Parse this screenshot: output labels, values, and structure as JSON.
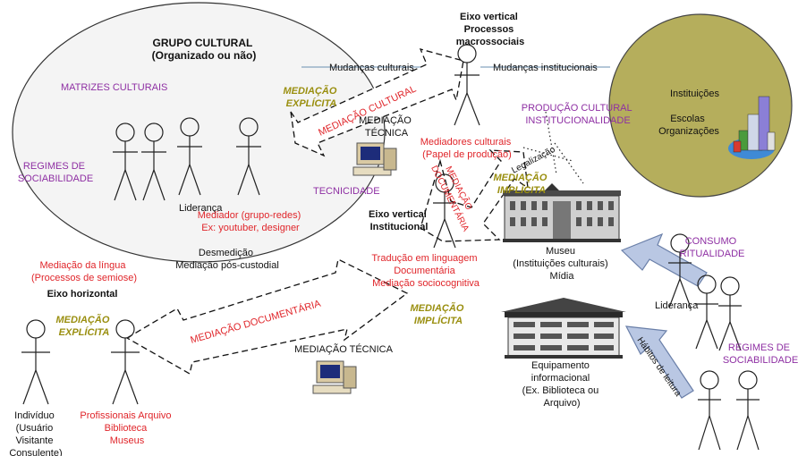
{
  "colors": {
    "red": "#e0252a",
    "purple": "#8e2fa3",
    "olive": "#9a8f10",
    "institution_fill": "#b5ae5c",
    "arrow_blue": "#b9c7e3"
  },
  "labels": {
    "eixo_vertical_title": [
      "Eixo vertical",
      "Processos",
      "macrossociais"
    ],
    "grupo_cultural": [
      "GRUPO CULTURAL",
      "(Organizado ou não)"
    ],
    "matrizes": "MATRIZES CULTURAIS",
    "mediacao_explicita_top": [
      "MEDIAÇÃO",
      "EXPLÍCITA"
    ],
    "mediacao_cultural": "MEDIAÇÃO CULTURAL",
    "mudancas_culturais": "Mudanças culturais",
    "mudancas_institucionais": "Mudanças institucionais",
    "mediacao_tecnica_top": [
      "MEDIAÇÃO",
      "TÉCNICA"
    ],
    "producao": [
      "PRODUÇÃO CULTURAL",
      "INSTITUCIONALIDADE"
    ],
    "instituicoes": "Instituições",
    "escolas": [
      "Escolas",
      "Organizações"
    ],
    "regimes_left": [
      "REGIMES DE",
      "SOCIABILIDADE"
    ],
    "mediadores": [
      "Mediadores culturais",
      "(Papel de produção)"
    ],
    "legalizacao": "Legalização",
    "mediacao_implicita_top": [
      "MEDIAÇÃO",
      "IMPLÍCITA"
    ],
    "mediacao_documentaria_v": [
      "MEDIAÇÃO",
      "DOCUMENTÁRIA"
    ],
    "tecnicidade": "TECNICIDADE",
    "eixo_vertical_inst": [
      "Eixo vertical",
      "Institucional"
    ],
    "lideranca_left": "Liderança",
    "mediador": [
      "Mediador (grupo-redes)",
      "Ex: youtuber, designer"
    ],
    "desmedicao": [
      "Desmedição",
      "Mediação pós-custodial"
    ],
    "mediacao_lingua": [
      "Mediação da língua",
      "(Processos de semiose)"
    ],
    "eixo_horizontal": "Eixo horizontal",
    "traducao": [
      "Tradução em linguagem",
      "Documentária",
      "Mediação sociocognitiva"
    ],
    "museu": [
      "Museu",
      "(Instituições culturais)",
      "Mídia"
    ],
    "consumo": [
      "CONSUMO",
      "RITUALIDADE"
    ],
    "mediacao_explicita_bottom": [
      "MEDIAÇÃO",
      "EXPLÍCITA"
    ],
    "mediacao_documentaria_h": "MEDIAÇÃO DOCUMENTÁRIA",
    "mediacao_implicita_bottom": [
      "MEDIAÇÃO",
      "IMPLÍCITA"
    ],
    "lideranca_right": "Liderança",
    "regimes_right": [
      "REGIMES DE",
      "SOCIABILIDADE"
    ],
    "mediacao_tecnica_bottom": "MEDIAÇÃO TÉCNICA",
    "habitos": "Hábitos de leitura",
    "equipamento": [
      "Equipamento",
      "informacional",
      "(Ex. Biblioteca ou",
      "Arquivo)"
    ],
    "individuo": [
      "Indivíduo",
      "(Usuário",
      "Visitante",
      "Consulente)"
    ],
    "profissionais": [
      "Profissionais Arquivo",
      "Biblioteca",
      "Museus"
    ]
  }
}
